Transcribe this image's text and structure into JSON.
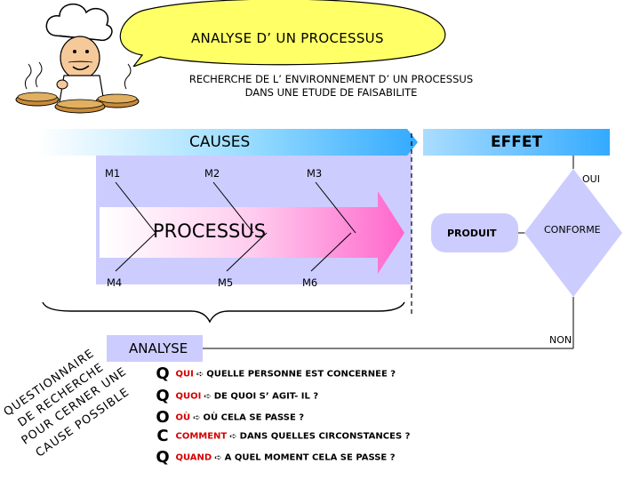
{
  "title": "ANALYSE D’ UN PROCESSUS",
  "subtitle_line1": "RECHERCHE DE L’ ENVIRONNEMENT D’ UN PROCESSUS",
  "subtitle_line2": "DANS UNE ETUDE DE FAISABILITE",
  "causes_label": "CAUSES",
  "effet_label": "EFFET",
  "processus_label": "PROCESSUS",
  "produit_label": "PRODUIT",
  "conforme_label": "CONFORME",
  "oui_label": "OUI",
  "non_label": "NON",
  "analyse_label": "ANALYSE",
  "m_labels": [
    "M1",
    "M2",
    "M3",
    "M4",
    "M5",
    "M6"
  ],
  "diagonal_text": [
    "QUESTIONNAIRE",
    "DE RECHERCHE",
    "POUR CERNER UNE",
    "CAUSE POSSIBLE"
  ],
  "questions": [
    {
      "letter": "Q",
      "key": "QUI",
      "text": "QUELLE PERSONNE EST CONCERNEE ?"
    },
    {
      "letter": "Q",
      "key": "QUOI",
      "text": "DE QUOI S’ AGIT- IL ?"
    },
    {
      "letter": "O",
      "key": "OÙ",
      "text": "OÙ CELA SE PASSE ?"
    },
    {
      "letter": "C",
      "key": "COMMENT",
      "text": "DANS QUELLES CIRCONSTANCES ?"
    },
    {
      "letter": "Q",
      "key": "QUAND",
      "text": "A QUEL MOMENT CELA SE PASSE ?"
    }
  ],
  "colors": {
    "bubble": "#ffff66",
    "causes_bar": "#66ccff",
    "arrow": "#ff66cc",
    "panel": "#ccccff",
    "analyse_box": "#ccccff",
    "key_red": "#d40000"
  }
}
